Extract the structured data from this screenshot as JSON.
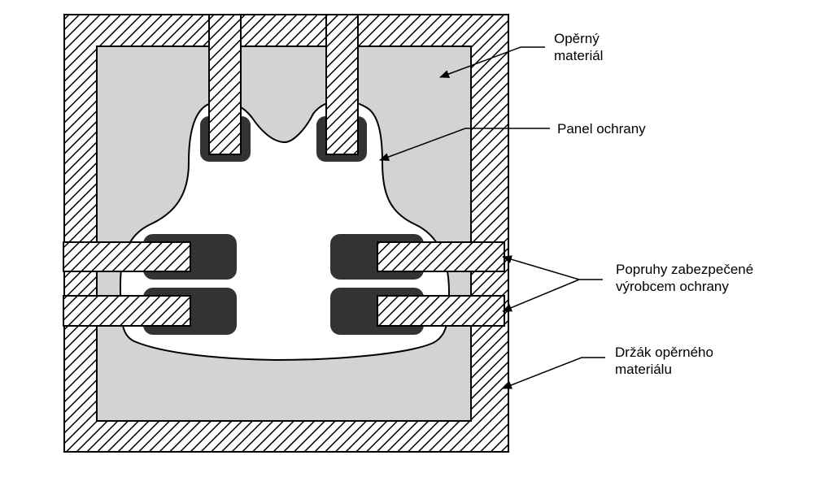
{
  "labels": {
    "backing_material": [
      "Opěrný",
      "materiál"
    ],
    "protective_panel": [
      "Panel ochrany"
    ],
    "straps": [
      "Popruhy zabezpečené",
      "výrobcem ochrany"
    ],
    "holder": [
      "Držák opěrného",
      "materiálu"
    ]
  },
  "colors": {
    "backing_fill": "#d3d3d3",
    "panel_fill": "#ffffff",
    "pad_fill": "#333333",
    "hatch_line": "#000000",
    "hatch_bg": "#ffffff"
  }
}
